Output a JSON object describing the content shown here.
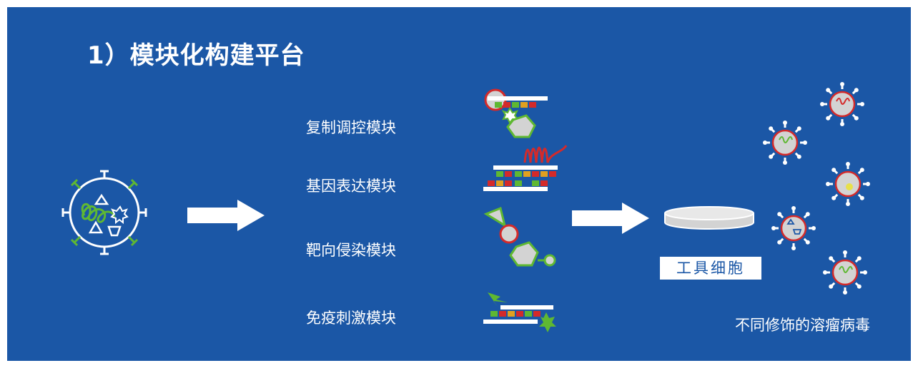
{
  "title": "1）模块化构建平台",
  "modules": [
    {
      "label": "复制调控模块"
    },
    {
      "label": "基因表达模块"
    },
    {
      "label": "靶向侵染模块"
    },
    {
      "label": "免疫刺激模块"
    }
  ],
  "tool_cell_label": "工具细胞",
  "viruses_caption": "不同修饰的溶瘤病毒",
  "colors": {
    "background": "#1b57a6",
    "white": "#ffffff",
    "green": "#5fb832",
    "red": "#d42a2a",
    "gray": "#d3d3d3"
  }
}
